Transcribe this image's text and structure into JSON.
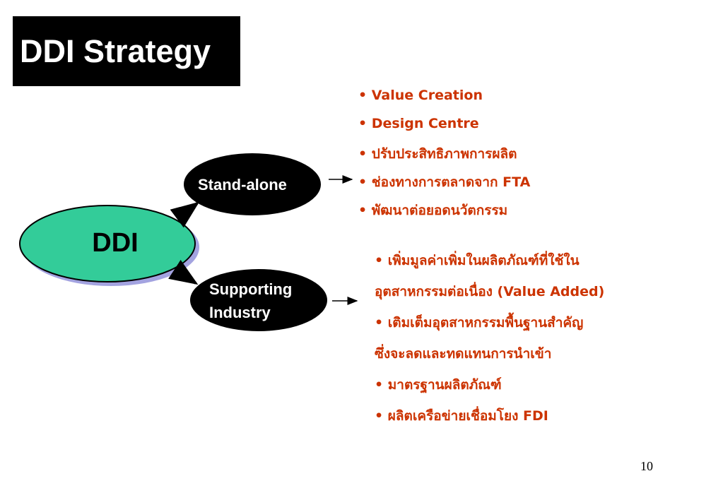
{
  "title": "DDI Strategy",
  "center_node": "DDI",
  "nodes": {
    "stand_alone": "Stand-alone",
    "supporting_line1": "Supporting",
    "supporting_line2": "Industry"
  },
  "stand_alone_bullets": [
    "• Value Creation",
    "• Design Centre",
    "• ปรับประสิทธิภาพการผลิต",
    "• ช่องทางการตลาดจาก FTA",
    "• พัฒนาต่อยอดนวัตกรรม"
  ],
  "supporting_bullets": [
    "• เพิ่มมูลค่าเพิ่มในผลิตภัณฑ์ที่ใช้ใน",
    "อุตสาหกรรมต่อเนื่อง (Value Added)",
    "• เติมเต็มอุตสาหกรรมพื้นฐานสำคัญ",
    "ซึ่งจะลดและทดแทนการนำเข้า",
    "• มาตรฐานผลิตภัณฑ์",
    "• ผลิตเครือข่ายเชื่อมโยง FDI"
  ],
  "page_number": "10",
  "colors": {
    "title_bg": "#000000",
    "ddi_fill": "#33cc99",
    "node_fill": "#000000",
    "bullet_text": "#cc3300"
  }
}
